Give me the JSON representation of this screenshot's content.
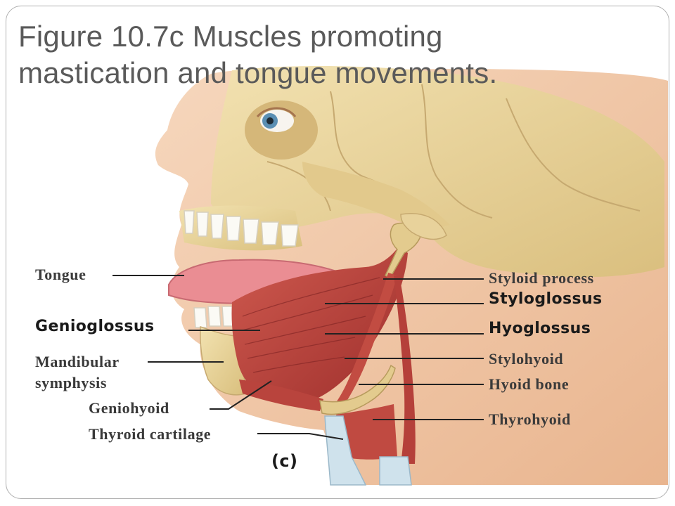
{
  "title": "Figure 10.7c  Muscles promoting mastication and tongue movements.",
  "panel_label": "(c)",
  "labels_left": {
    "tongue": "Tongue",
    "genioglossus": "Genioglossus",
    "mandibular_symphysis": "Mandibular symphysis",
    "geniohyoid": "Geniohyoid",
    "thyroid_cartilage": "Thyroid cartilage"
  },
  "labels_right": {
    "styloid_process": "Styloid process",
    "styloglossus": "Styloglossus",
    "hyoglossus": "Hyoglossus",
    "stylohyoid": "Stylohyoid",
    "hyoid_bone": "Hyoid bone",
    "thyrohyoid": "Thyrohyoid"
  },
  "colors": {
    "bone": "#e8d49a",
    "skin": "#f2c9a8",
    "muscle": "#b8433c",
    "tongue": "#e8828a",
    "cartilage": "#c9dde8",
    "leader": "#222222"
  }
}
